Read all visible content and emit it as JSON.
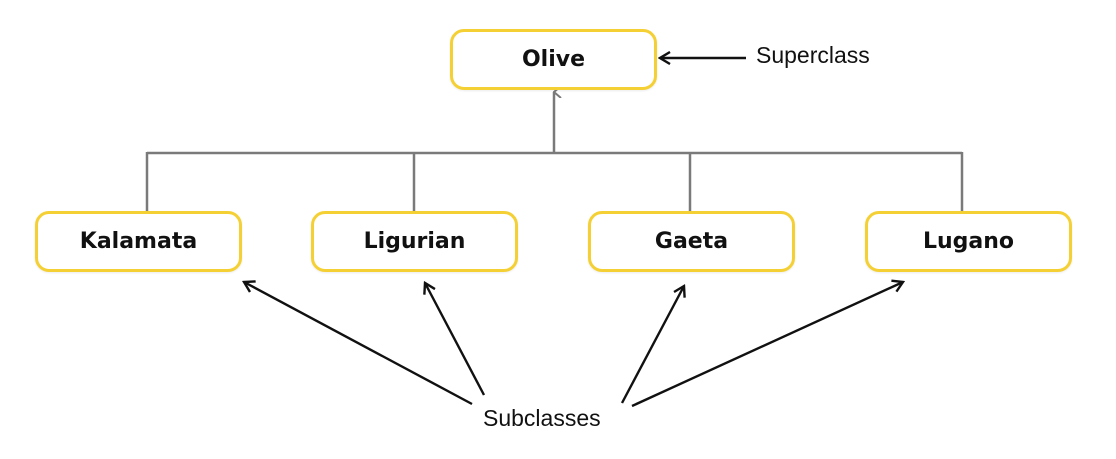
{
  "diagram": {
    "title": "Class inheritance hierarchy",
    "superclass": {
      "name": "Olive"
    },
    "subclasses": [
      {
        "name": "Kalamata"
      },
      {
        "name": "Ligurian"
      },
      {
        "name": "Gaeta"
      },
      {
        "name": "Lugano"
      }
    ],
    "annotations": {
      "superclass_label": "Superclass",
      "subclasses_label": "Subclasses"
    },
    "colors": {
      "box_border": "#f5d034",
      "tree_line": "#7a7a7a",
      "annotation_arrow": "#111111",
      "text": "#111111"
    }
  }
}
